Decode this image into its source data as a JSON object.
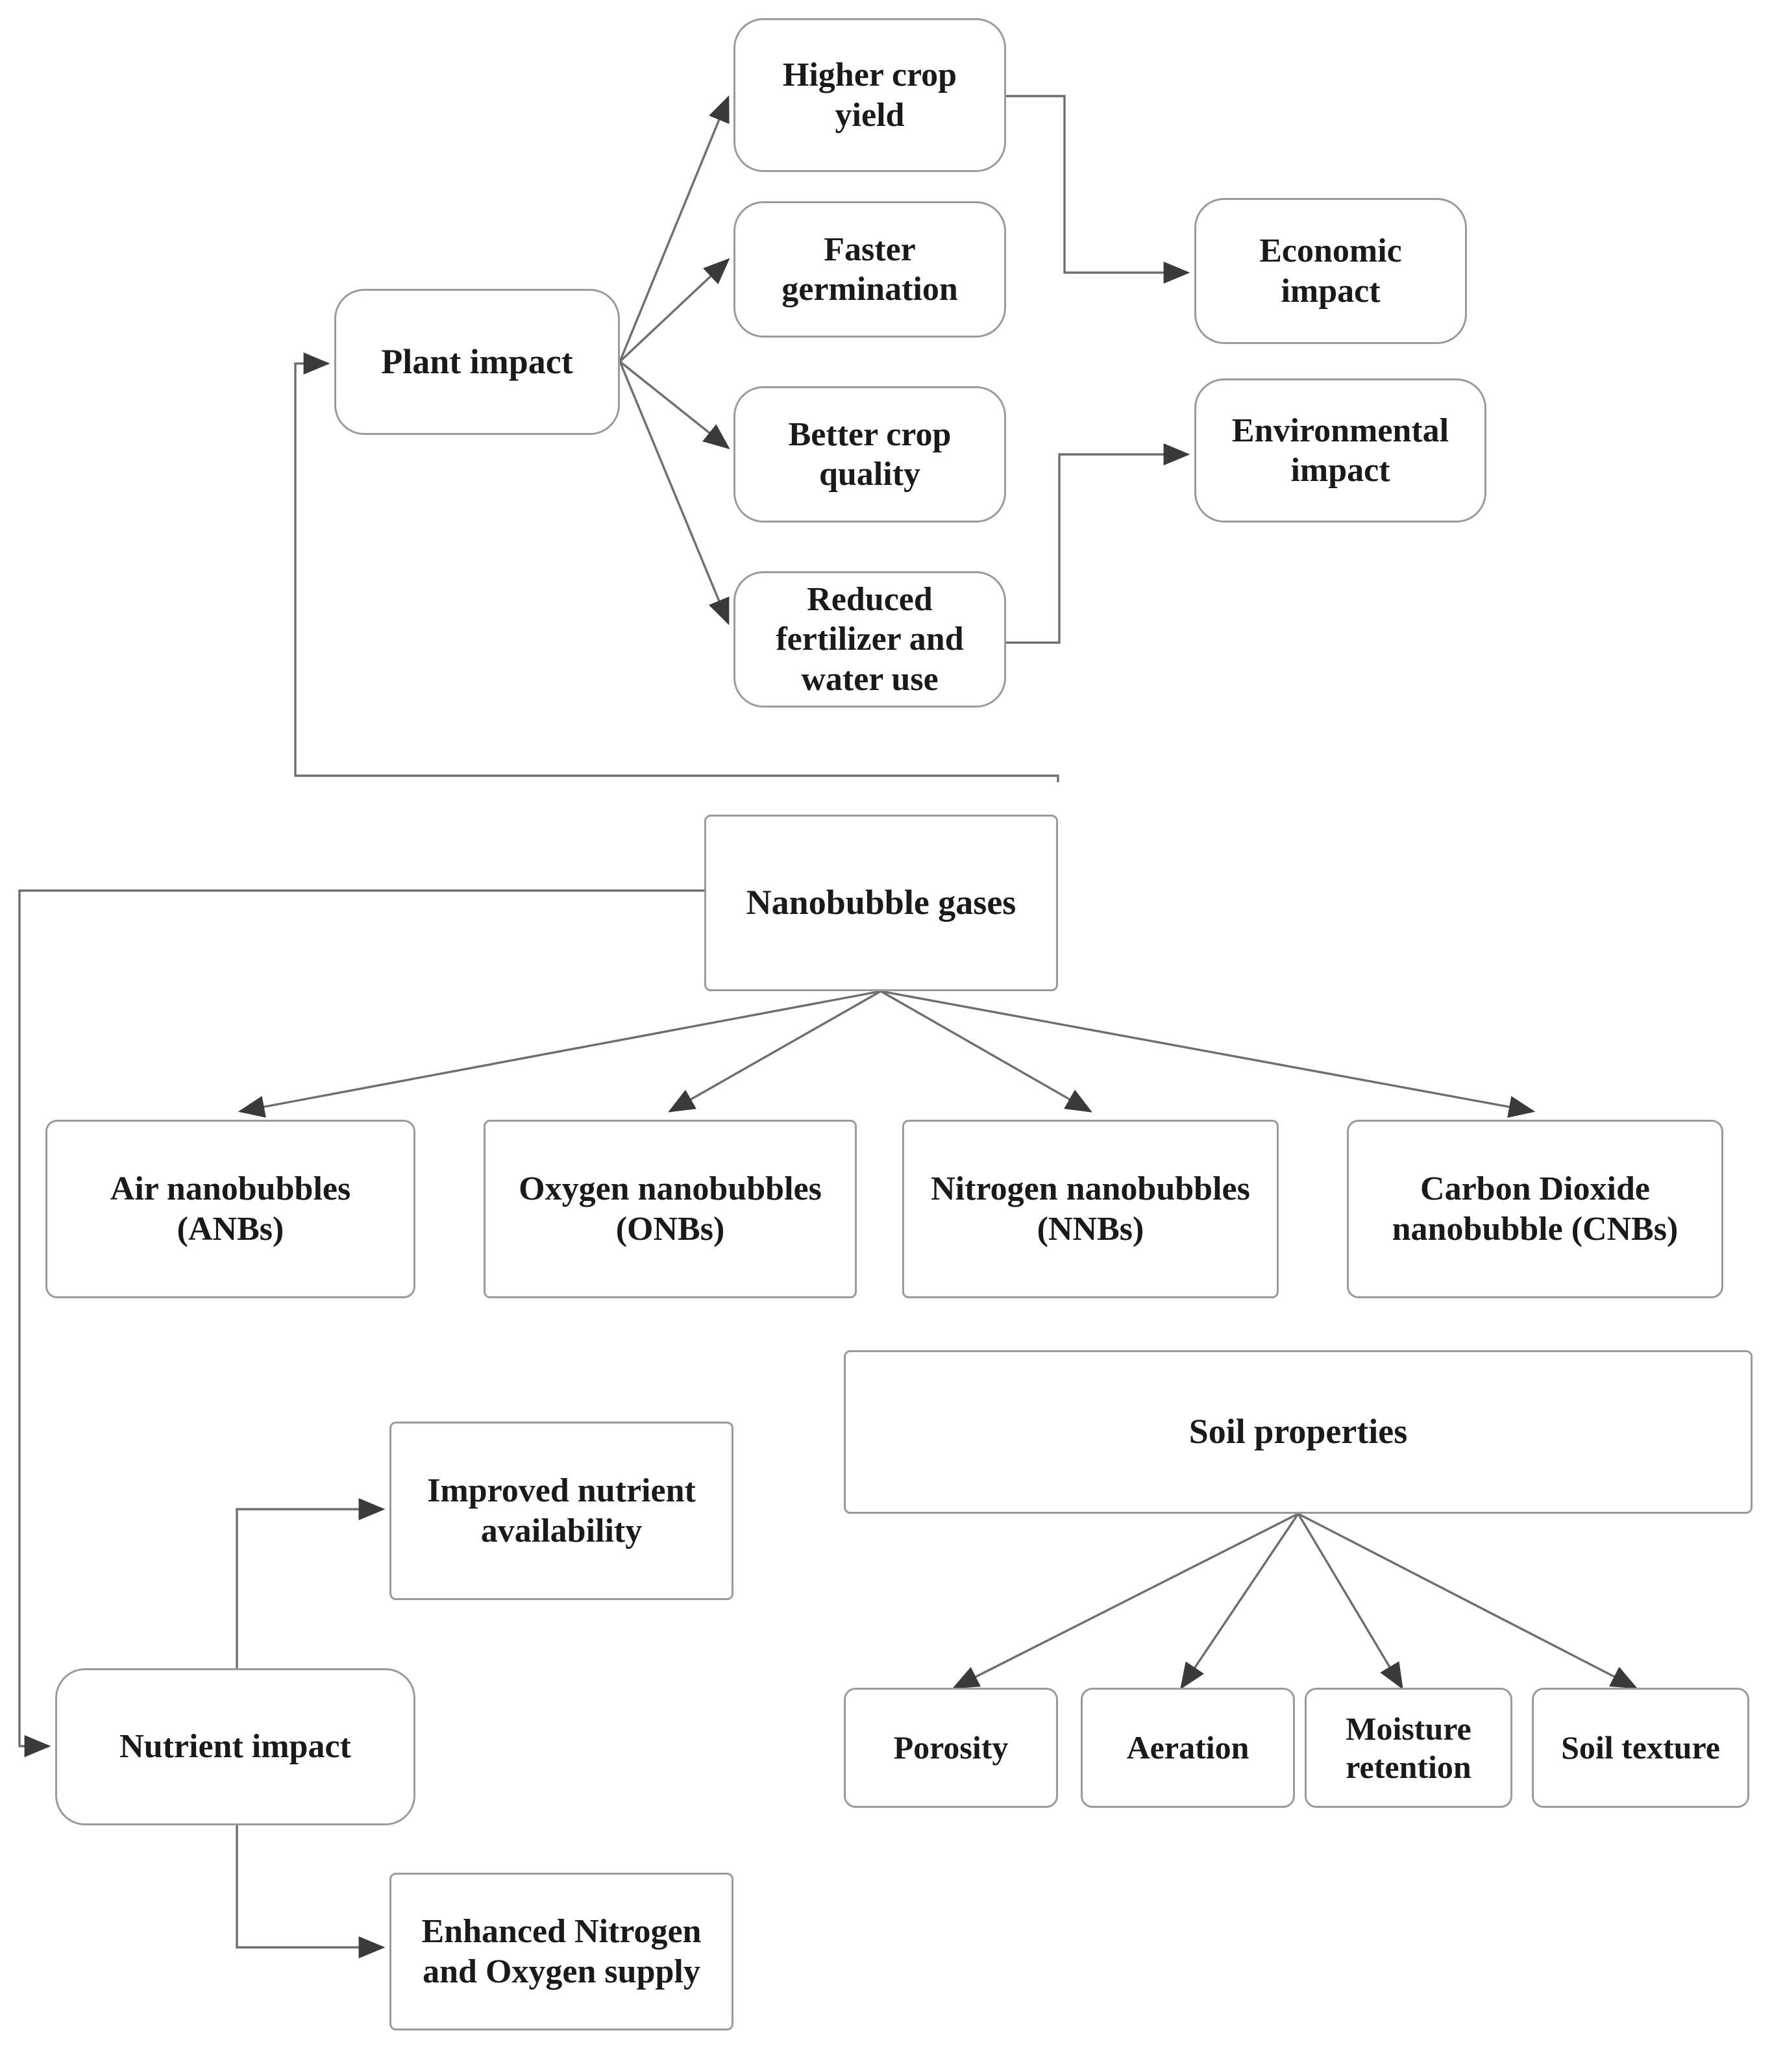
{
  "diagram": {
    "title": "Nanobubble gases flowchart",
    "stroke_color": "#9a9a9a",
    "text_color": "#1a1a1a",
    "background": "#ffffff"
  },
  "nodes": {
    "plant_impact": "Plant impact",
    "higher_crop_yield": "Higher crop\nyield",
    "faster_germination": "Faster\ngermination",
    "better_crop_quality": "Better crop\nquality",
    "reduced_fertilizer": "Reduced\nfertilizer and\nwater use",
    "economic_impact": "Economic\nimpact",
    "environmental_impact": "Environmental\nimpact",
    "nanobubble_gases": "Nanobubble gases",
    "air_nanobubbles": "Air nanobubbles\n(ANBs)",
    "oxygen_nanobubbles": "Oxygen nanobubbles\n(ONBs)",
    "nitrogen_nanobubbles": "Nitrogen nanobubbles\n(NNBs)",
    "carbon_dioxide_nanobubbles": "Carbon Dioxide\nnanobubble (CNBs)",
    "soil_properties": "Soil properties",
    "porosity": "Porosity",
    "aeration": "Aeration",
    "moisture_retention": "Moisture\nretention",
    "soil_texture": "Soil texture",
    "nutrient_impact": "Nutrient impact",
    "improved_nutrient_availability": "Improved nutrient\navailability",
    "enhanced_nitrogen_oxygen": "Enhanced Nitrogen\nand Oxygen supply"
  },
  "edges": [
    {
      "from": "plant_impact",
      "to": "higher_crop_yield",
      "style": "diagonal-arrow"
    },
    {
      "from": "plant_impact",
      "to": "faster_germination",
      "style": "diagonal-arrow"
    },
    {
      "from": "plant_impact",
      "to": "better_crop_quality",
      "style": "diagonal-arrow"
    },
    {
      "from": "plant_impact",
      "to": "reduced_fertilizer",
      "style": "diagonal-arrow"
    },
    {
      "from": "higher_crop_yield",
      "to": "economic_impact",
      "style": "elbow-arrow"
    },
    {
      "from": "reduced_fertilizer",
      "to": "environmental_impact",
      "style": "elbow-arrow"
    },
    {
      "from": "nanobubble_gases",
      "to": "plant_impact",
      "style": "elbow-arrow"
    },
    {
      "from": "nanobubble_gases",
      "to": "air_nanobubbles",
      "style": "diagonal-arrow"
    },
    {
      "from": "nanobubble_gases",
      "to": "oxygen_nanobubbles",
      "style": "diagonal-arrow"
    },
    {
      "from": "nanobubble_gases",
      "to": "nitrogen_nanobubbles",
      "style": "diagonal-arrow"
    },
    {
      "from": "nanobubble_gases",
      "to": "carbon_dioxide_nanobubbles",
      "style": "diagonal-arrow"
    },
    {
      "from": "nanobubble_gases",
      "to": "nutrient_impact",
      "style": "elbow-arrow"
    },
    {
      "from": "nutrient_impact",
      "to": "improved_nutrient_availability",
      "style": "elbow-arrow"
    },
    {
      "from": "nutrient_impact",
      "to": "enhanced_nitrogen_oxygen",
      "style": "elbow-arrow"
    },
    {
      "from": "soil_properties",
      "to": "porosity",
      "style": "diagonal-arrow"
    },
    {
      "from": "soil_properties",
      "to": "aeration",
      "style": "diagonal-arrow"
    },
    {
      "from": "soil_properties",
      "to": "moisture_retention",
      "style": "diagonal-arrow"
    },
    {
      "from": "soil_properties",
      "to": "soil_texture",
      "style": "diagonal-arrow"
    }
  ]
}
